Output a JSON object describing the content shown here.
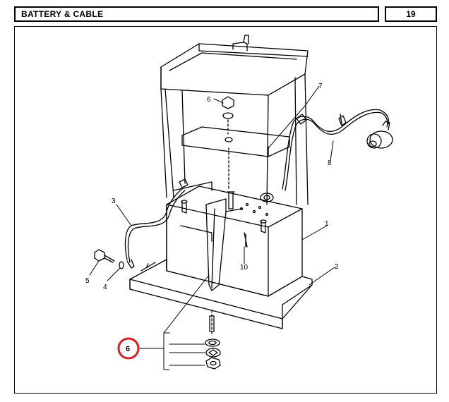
{
  "header": {
    "title": "BATTERY & CABLE",
    "page_number": "19"
  },
  "callouts": {
    "c1": "1",
    "c2": "2",
    "c3": "3",
    "c4": "4",
    "c5": "5",
    "c6_top": "6",
    "c6_highlight": "6",
    "c7": "7",
    "c8": "8",
    "c10": "10"
  },
  "colors": {
    "highlight_circle": "#d42020",
    "line": "#000000"
  }
}
